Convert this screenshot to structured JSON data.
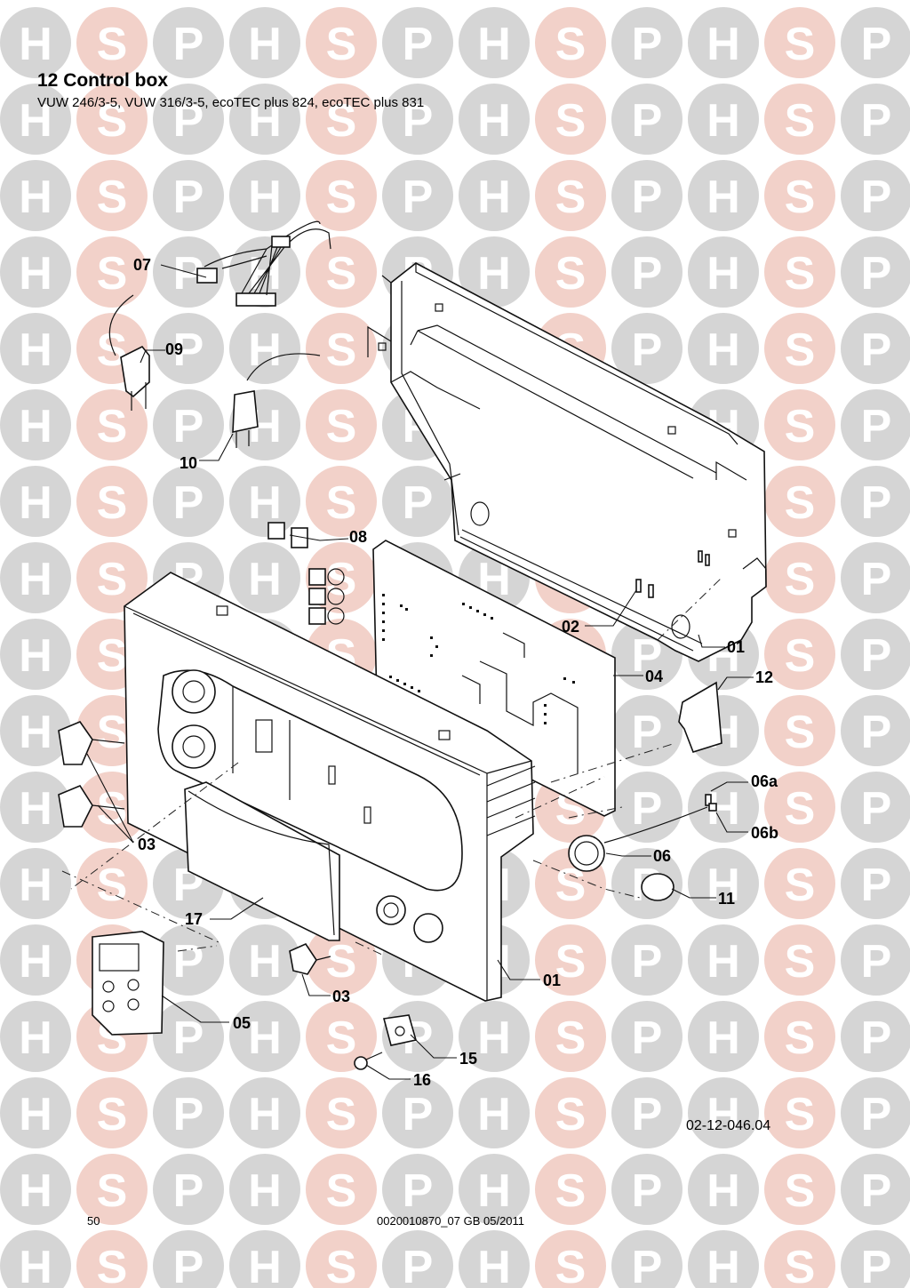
{
  "header": {
    "title": "12 Control box",
    "subtitle": "VUW 246/3-5, VUW 316/3-5, ecoTEC plus 824, ecoTEC plus 831"
  },
  "watermark": {
    "letters": [
      "H",
      "S",
      "P"
    ],
    "circle_colors": [
      "#d5d5d5",
      "#f2d1c9",
      "#d5d5d5"
    ]
  },
  "callouts": [
    {
      "id": "07",
      "label": "07"
    },
    {
      "id": "09",
      "label": "09"
    },
    {
      "id": "10",
      "label": "10"
    },
    {
      "id": "08",
      "label": "08"
    },
    {
      "id": "02",
      "label": "02"
    },
    {
      "id": "01-back",
      "label": "01"
    },
    {
      "id": "04",
      "label": "04"
    },
    {
      "id": "12",
      "label": "12"
    },
    {
      "id": "06a",
      "label": "06a"
    },
    {
      "id": "06b",
      "label": "06b"
    },
    {
      "id": "03-left",
      "label": "03"
    },
    {
      "id": "06",
      "label": "06"
    },
    {
      "id": "17",
      "label": "17"
    },
    {
      "id": "11",
      "label": "11"
    },
    {
      "id": "01-front",
      "label": "01"
    },
    {
      "id": "03-bottom",
      "label": "03"
    },
    {
      "id": "05",
      "label": "05"
    },
    {
      "id": "15",
      "label": "15"
    },
    {
      "id": "16",
      "label": "16"
    }
  ],
  "footer": {
    "drawing_ref": "02-12-046.04",
    "page_number": "50",
    "document_code": "0020010870_07 GB 05/2011"
  }
}
